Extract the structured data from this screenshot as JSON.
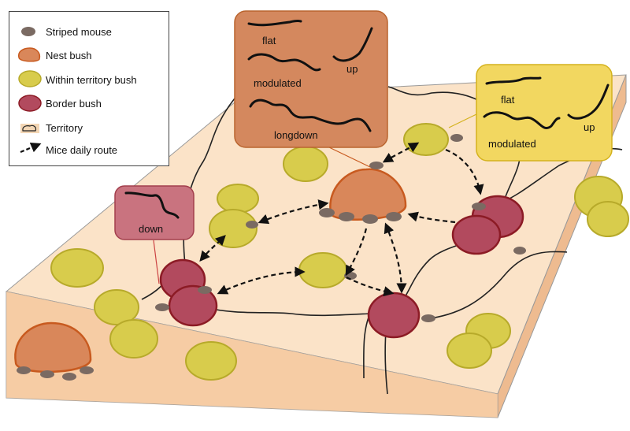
{
  "legend": {
    "items": [
      {
        "icon": "mouse-icon",
        "label": "Striped mouse"
      },
      {
        "icon": "nest-bush-icon",
        "label": "Nest bush"
      },
      {
        "icon": "territory-bush-icon",
        "label": "Within territory bush"
      },
      {
        "icon": "border-bush-icon",
        "label": "Border bush"
      },
      {
        "icon": "territory-icon",
        "label": "Territory"
      },
      {
        "icon": "route-arrow-icon",
        "label": "Mice daily route"
      }
    ]
  },
  "colors": {
    "ground": "#fbe3c8",
    "ground_side": "#f5c9a0",
    "nest_bush": "#d9875a",
    "territory_bush": "#d8cc4c",
    "border_bush": "#b24a5e",
    "nest_box": "#d4885e",
    "yellow_box": "#f2d760",
    "red_box": "#c9737f",
    "mouse": "#7a6a62"
  },
  "callouts": {
    "nest": {
      "calls": [
        "flat",
        "modulated",
        "up",
        "longdown"
      ]
    },
    "yellow": {
      "calls": [
        "flat",
        "modulated",
        "up"
      ]
    },
    "red": {
      "calls": [
        "down"
      ]
    }
  }
}
